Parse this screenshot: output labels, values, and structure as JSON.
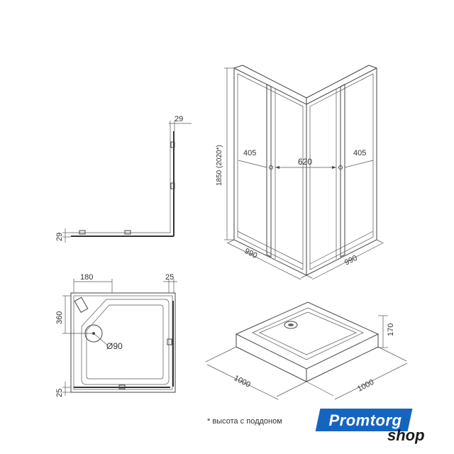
{
  "dimensions": {
    "height": "1850 (2020*)",
    "door_left": "405",
    "door_center": "620",
    "door_right": "405",
    "base_left": "990",
    "base_right": "990",
    "profile_top": "29",
    "profile_left": "29",
    "top_width": "180",
    "top_right": "25",
    "side_height": "360",
    "drain": "Ø90",
    "bottom_left": "25",
    "tray_left": "1000",
    "tray_right": "1000",
    "tray_height": "170"
  },
  "footnote": "* высота с поддоном",
  "logo": {
    "brand": "Promtorg",
    "suffix": "shop",
    "colors": {
      "box": "#1565c0",
      "text": "#ffffff",
      "suffix": "#1a1a1a"
    }
  }
}
